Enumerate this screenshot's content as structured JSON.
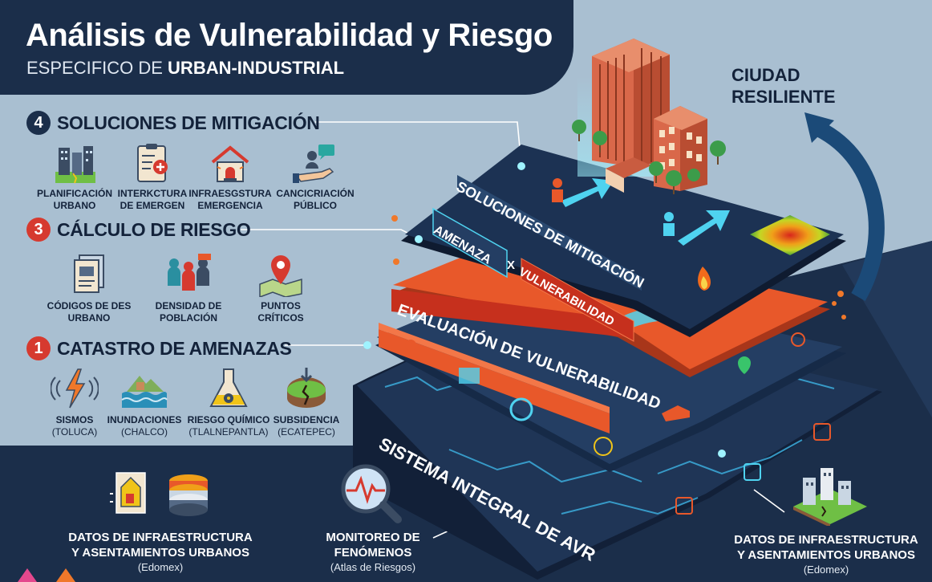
{
  "header": {
    "title": "Análisis de Vulnerabilidad y Riesgo",
    "subtitle_prefix": "ESPECIFICO DE",
    "subtitle_bold": "URBAN-INDUSTRIAL"
  },
  "right_heading": {
    "line1": "CIUDAD",
    "line2": "RESILIENTE"
  },
  "sections": [
    {
      "number": "4",
      "label": "SOLUCIONES DE MITIGACIÓN",
      "color": "#1b2e4a",
      "items": [
        {
          "icon": "urban-planning-icon",
          "label1": "PLANIFICACIÓN",
          "label2": "URBANO"
        },
        {
          "icon": "emergency-clipboard-icon",
          "label1": "INTERKCTURA",
          "label2": "DE EMERGEN"
        },
        {
          "icon": "alarm-house-icon",
          "label1": "INFRAESGSTURA",
          "label2": "EMERGENCIA"
        },
        {
          "icon": "public-awareness-icon",
          "label1": "CANCICRIACIÓN",
          "label2": "PÚBLICO"
        }
      ]
    },
    {
      "number": "3",
      "label": "CÁLCULO DE RIESGO",
      "color": "#d63a2f",
      "items": [
        {
          "icon": "urban-codes-document-icon",
          "label1": "CÓDIGOS DE DES",
          "label2": "URBANO"
        },
        {
          "icon": "population-density-icon",
          "label1": "DENSIDAD DE",
          "label2": "POBLACIÓN"
        },
        {
          "icon": "map-pin-icon",
          "label1": "PUNTOS",
          "label2": "CRÍTICOS"
        }
      ]
    },
    {
      "number": "1",
      "label": "CATASTRO DE AMENAZAS",
      "color": "#d63a2f",
      "items": [
        {
          "icon": "earthquake-icon",
          "label1": "SISMOS",
          "sub": "(TOLUCA)"
        },
        {
          "icon": "flood-icon",
          "label1": "INUNDACIONES",
          "sub": "(CHALCO)"
        },
        {
          "icon": "chemical-flask-icon",
          "label1": "RIESGO QUÍMICO",
          "sub": "(TLALNEPANTLA)"
        },
        {
          "icon": "subsidence-icon",
          "label1": "SUBSIDENCIA",
          "sub": "(ECATEPEC)"
        }
      ]
    }
  ],
  "layers": {
    "top": "SOLUCIONES DE MITIGACIÓN",
    "amenaza": "AMENAZA",
    "times": "X",
    "vulnerabilidad": "VULNERABILIDAD",
    "evaluacion": "EVALUACIÓN DE VULNERABILIDAD",
    "sistema": "SISTEMA INTEGRAL DE AVR"
  },
  "bottom": {
    "left": {
      "line1": "DATOS DE INFRAESTRUCTURA",
      "line2": "Y ASENTAMIENTOS URBANOS",
      "sub": "(Edomex)"
    },
    "center": {
      "line1": "MONITOREO DE",
      "line2": "FENÓMENOS",
      "sub": "(Atlas de Riesgos)"
    },
    "right": {
      "line1": "DATOS DE INFRAESTRUCTURA",
      "line2": "Y ASENTAMIENTOS URBANOS",
      "sub": "(Edomex)"
    }
  },
  "colors": {
    "navy": "#1b2e4a",
    "orange": "#e8582a",
    "red": "#d63a2f",
    "cyan": "#4fd3f0",
    "bg": "#a9bfd1"
  }
}
